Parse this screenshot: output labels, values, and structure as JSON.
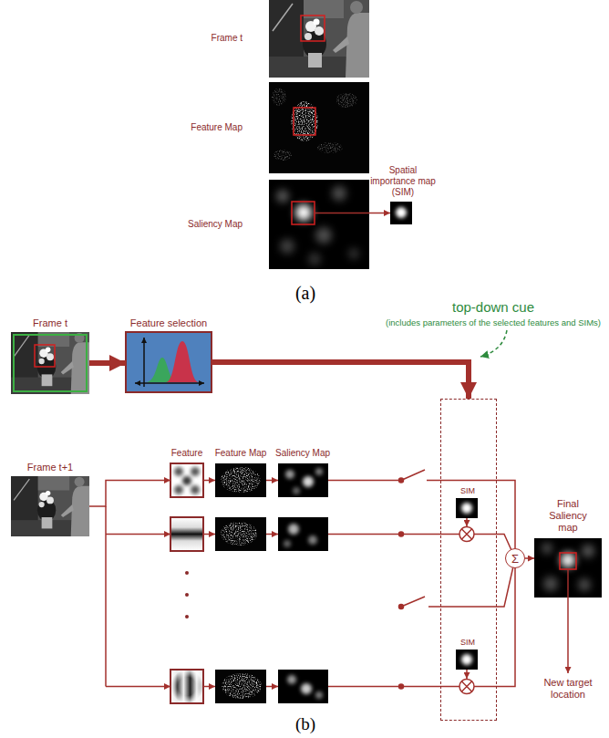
{
  "diagram": {
    "nodes": [
      {
        "text": [
          "Frame t"
        ]
      },
      {
        "text": [
          "Feature Map"
        ]
      },
      {
        "text": [
          "Saliency Map"
        ]
      },
      {
        "text": [
          "Spatial importance map (SIM)"
        ]
      },
      {
        "text": [
          "Frame t"
        ]
      },
      {
        "text": [
          "Feature selection"
        ]
      },
      {
        "text": [
          "Frame t+1"
        ]
      },
      {
        "text": [
          "Feature"
        ]
      },
      {
        "text": [
          "Feature Map"
        ]
      },
      {
        "text": [
          "Saliency Map"
        ]
      },
      {
        "text": [
          "top-down cue",
          "(includes parameters of the selected features and SIMs)"
        ]
      },
      {
        "text": [
          "SIM"
        ],
        "in": 10
      },
      {
        "text": [
          "SIM"
        ],
        "in": 10
      },
      {
        "text": [
          "Σ"
        ]
      },
      {
        "text": [
          "Final Saliency map"
        ]
      }
    ],
    "edges": [
      {
        "from": 2,
        "to": 3,
        "arrow": "to"
      },
      {
        "from": 4,
        "to": 5,
        "arrow": "to"
      },
      {
        "from": 5,
        "to": 10,
        "arrow": "to"
      },
      {
        "from": 6,
        "to": 7,
        "arrow": "to"
      },
      {
        "from": 7,
        "to": 8,
        "arrow": "to"
      },
      {
        "from": 8,
        "to": 9,
        "arrow": "to"
      },
      {
        "from": 9,
        "to": 13,
        "arrow": "none"
      },
      {
        "from": 13,
        "to": 14,
        "arrow": "to"
      }
    ],
    "labels": [
      "(a)",
      "New target location",
      "(b)"
    ]
  }
}
